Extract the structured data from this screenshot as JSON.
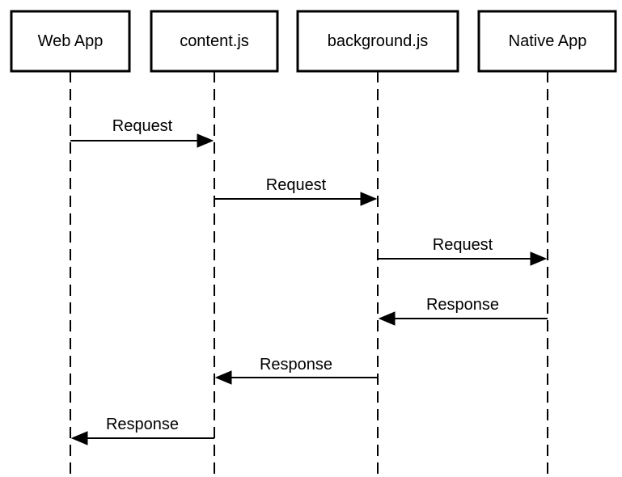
{
  "participants": [
    {
      "id": "webapp",
      "label": "Web App"
    },
    {
      "id": "content",
      "label": "content.js"
    },
    {
      "id": "background",
      "label": "background.js"
    },
    {
      "id": "native",
      "label": "Native App"
    }
  ],
  "messages": [
    {
      "from": "webapp",
      "to": "content",
      "label": "Request"
    },
    {
      "from": "content",
      "to": "background",
      "label": "Request"
    },
    {
      "from": "background",
      "to": "native",
      "label": "Request"
    },
    {
      "from": "native",
      "to": "background",
      "label": "Response"
    },
    {
      "from": "background",
      "to": "content",
      "label": "Response"
    },
    {
      "from": "content",
      "to": "webapp",
      "label": "Response"
    }
  ]
}
